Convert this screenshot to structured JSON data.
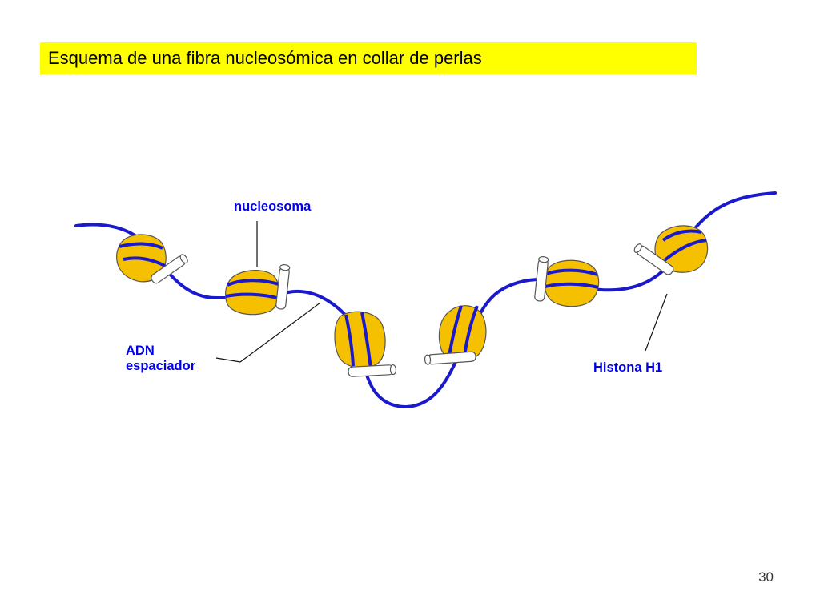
{
  "slide": {
    "title": "Esquema de una fibra nucleosómica en collar de perlas",
    "page_number": "30"
  },
  "labels": {
    "nucleosome": "nucleosoma",
    "spacer_line1": "ADN",
    "spacer_line2": "espaciador",
    "histone": "Histona H1"
  },
  "colors": {
    "title_background": "#ffff00",
    "dna_strand": "#1a1acc",
    "nucleosome_fill": "#f5c000",
    "histone_fill": "#ffffff",
    "label_text": "#0000ee"
  }
}
